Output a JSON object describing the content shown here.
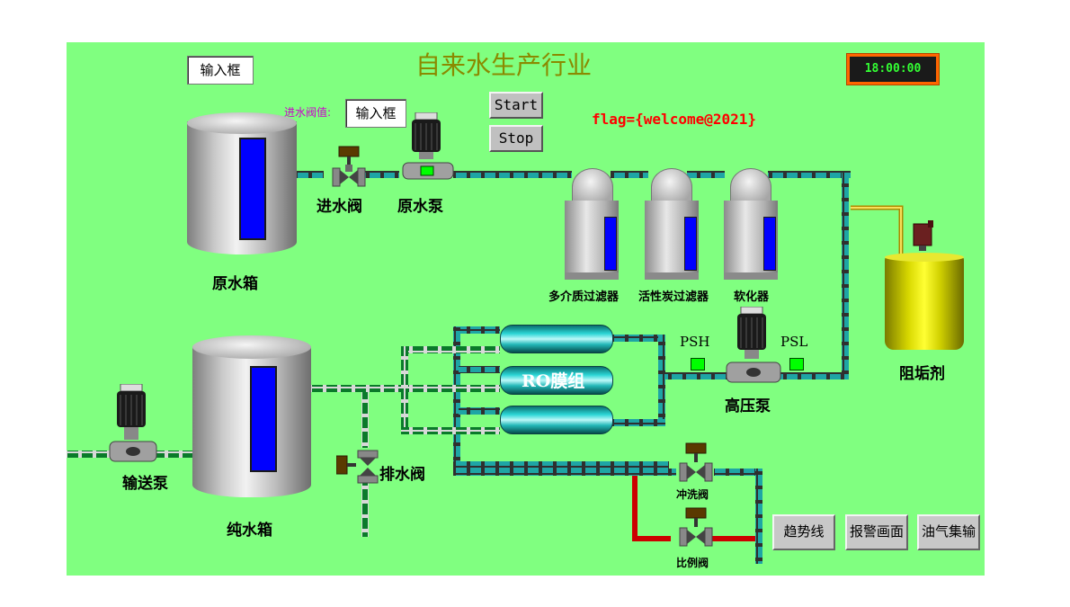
{
  "screen": {
    "title": "自来水生产行业",
    "flag_text": "flag={welcome@2021}",
    "clock": "18:00:00"
  },
  "inputs": {
    "top_input_value": "输入框",
    "inlet_valve_label": "进水阀值:",
    "inlet_valve_value": "输入框"
  },
  "controls": {
    "start_label": "Start",
    "stop_label": "Stop"
  },
  "equipment": {
    "raw_water_tank": "原水箱",
    "inlet_valve": "进水阀",
    "raw_water_pump": "原水泵",
    "multi_media_filter": "多介质过滤器",
    "activated_carbon_filter": "活性炭过滤器",
    "softener": "软化器",
    "antiscalant": "阻垢剂",
    "psh": "PSH",
    "psl": "PSL",
    "high_pressure_pump": "高压泵",
    "ro_module": "RO膜组",
    "pure_water_tank": "纯水箱",
    "transfer_pump": "输送泵",
    "drain_valve": "排水阀",
    "flush_valve": "冲洗阀",
    "proportional_valve": "比例阀"
  },
  "nav": {
    "trend": "趋势线",
    "alarm": "报警画面",
    "oil_gas": "油气集输"
  },
  "colors": {
    "background": "#80ff80",
    "pipe_teal": "#1a9a9a",
    "pipe_green": "#0a7a2a",
    "pipe_red": "#cc0000",
    "level_blue": "#0000ff",
    "title_color": "#8a8a00",
    "flag_color": "#ff0000",
    "clock_border": "#ff6600"
  },
  "icons": [
    "motor-icon",
    "valve-icon",
    "pump-icon",
    "tank-icon",
    "filter-icon"
  ]
}
